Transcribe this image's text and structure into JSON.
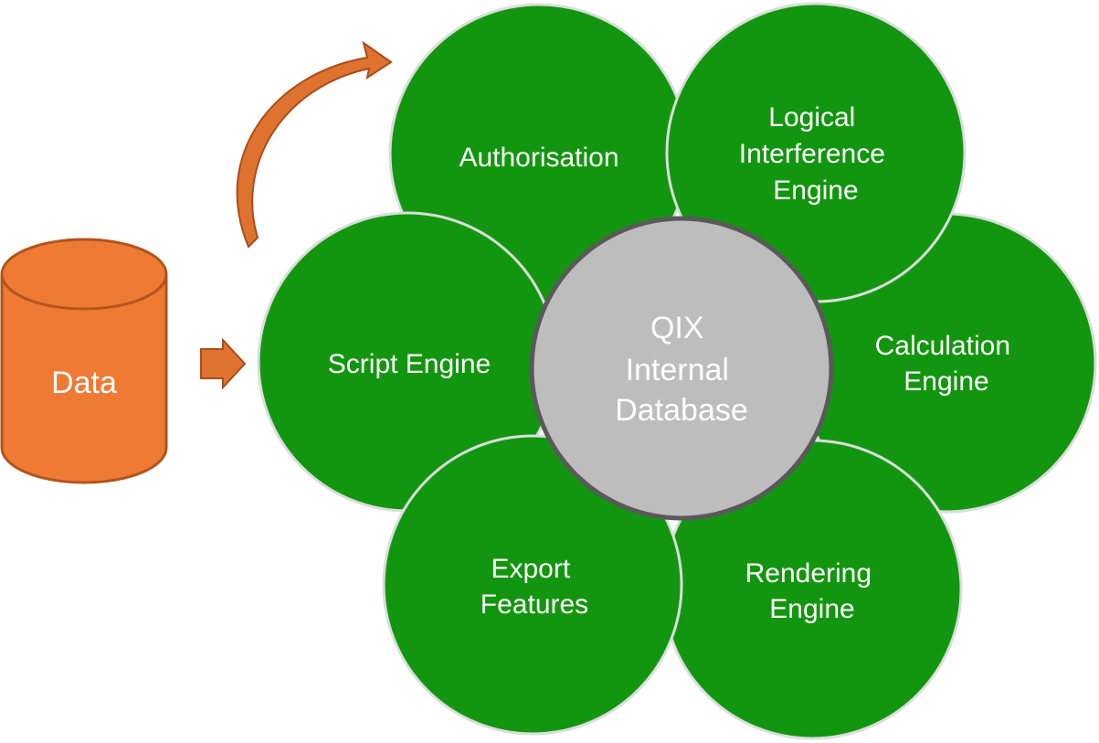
{
  "colors": {
    "petal_fill": "#13960f",
    "petal_stroke": "#d9dedb",
    "center_fill": "#bdbdbd",
    "center_stroke": "#595959",
    "data_fill": "#ef7a34",
    "data_stroke": "#b2541d",
    "arrow_fill": "#e0722f",
    "arrow_stroke": "#a84d1a",
    "text": "#ffffff"
  },
  "data_source": {
    "label": "Data",
    "icon": "database-cylinder-icon"
  },
  "center": {
    "lines": [
      "QIX",
      "Internal",
      "Database"
    ]
  },
  "components": [
    {
      "id": "authorisation",
      "lines": [
        "Authorisation"
      ]
    },
    {
      "id": "logical-interference-engine",
      "lines": [
        "Logical",
        "Interference",
        "Engine"
      ]
    },
    {
      "id": "calculation-engine",
      "lines": [
        "Calculation",
        "Engine"
      ]
    },
    {
      "id": "rendering-engine",
      "lines": [
        "Rendering",
        "Engine"
      ]
    },
    {
      "id": "export-features",
      "lines": [
        "Export",
        "Features"
      ]
    },
    {
      "id": "script-engine",
      "lines": [
        "Script Engine"
      ]
    }
  ],
  "arrows": [
    {
      "id": "data-to-script-engine",
      "icon": "right-arrow-icon"
    },
    {
      "id": "curved-to-authorisation",
      "icon": "curved-arrow-icon"
    }
  ]
}
